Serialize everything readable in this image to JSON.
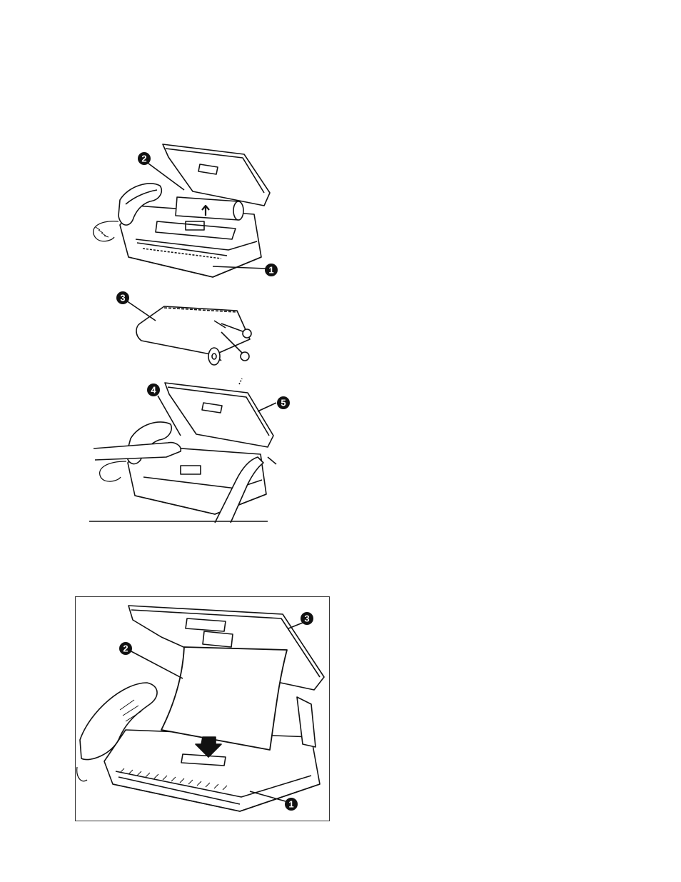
{
  "figures": [
    {
      "id": "fax-open-remove-film",
      "callouts": [
        "2",
        "1"
      ]
    },
    {
      "id": "film-roll-cut",
      "callouts": [
        "3"
      ]
    },
    {
      "id": "fax-install-film",
      "callouts": [
        "4",
        "5"
      ]
    },
    {
      "id": "fax-load-paper",
      "callouts": [
        "2",
        "3",
        "1"
      ]
    }
  ],
  "colors": {
    "ink": "#111111",
    "paper": "#ffffff",
    "frame": "#333333"
  }
}
